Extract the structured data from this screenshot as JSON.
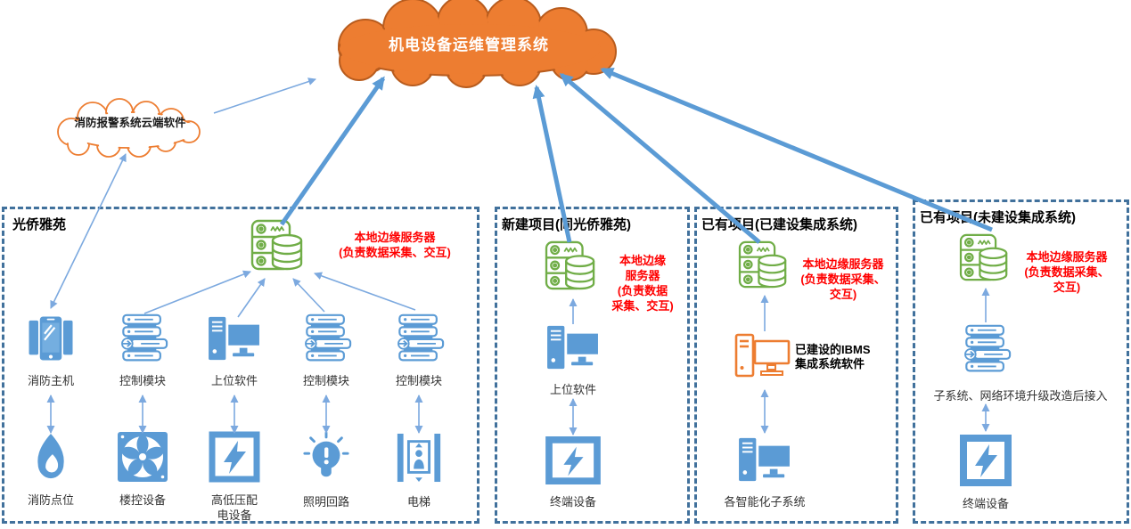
{
  "clouds": {
    "main": {
      "label": "机电设备运维管理系统"
    },
    "fire": {
      "label": "消防报警系统云端软件"
    }
  },
  "boxes": [
    {
      "title": "光侨雅苑",
      "server_caption": "本地边缘服务器\n(负责数据采集、交互)",
      "top_devices": [
        {
          "label": "消防主机"
        },
        {
          "label": "控制模块"
        },
        {
          "label": "上位软件"
        },
        {
          "label": "控制模块"
        },
        {
          "label": "控制模块"
        }
      ],
      "bottom_devices": [
        {
          "label": "消防点位"
        },
        {
          "label": "楼控设备"
        },
        {
          "label": "高低压配电设备"
        },
        {
          "label": "照明回路"
        },
        {
          "label": "电梯"
        }
      ]
    },
    {
      "title": "新建项目(同光侨雅苑)",
      "server_caption": "本地边缘\n服务器\n(负责数据\n采集、交互)",
      "devices": [
        {
          "label": "上位软件"
        },
        {
          "label": "终端设备"
        }
      ]
    },
    {
      "title": "已有项目(已建设集成系统)",
      "server_caption": "本地边缘服务器\n(负责数据采集、\n交互)",
      "ibms_caption": "已建设的IBMS\n集成系统软件",
      "devices": [
        {
          "label": "各智能化子系统"
        }
      ]
    },
    {
      "title": "已有项目(未建设集成系统)",
      "server_caption": "本地边缘服务器\n(负责数据采集、\n交互)",
      "devices": [
        {
          "label": "子系统、网络环境升级改造后接入"
        },
        {
          "label": "终端设备"
        }
      ]
    }
  ],
  "colors": {
    "accent_blue": "#5B9BD5",
    "light_blue": "#7CA9DF",
    "green": "#70AD47",
    "orange": "#ED7D31",
    "orange_dark": "#B85C1E",
    "red": "#FF0000",
    "border_blue": "#41719C"
  }
}
